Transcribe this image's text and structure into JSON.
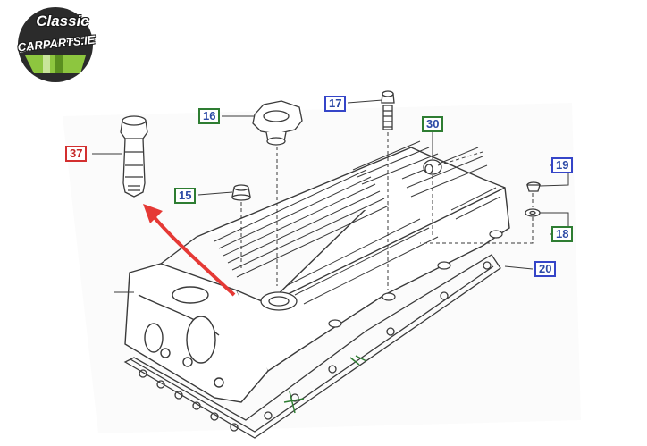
{
  "logo": {
    "line1": "Classic",
    "line2": "CARPARTS.IE",
    "colors": {
      "dark": "#2b2b2b",
      "green": "#8dc63f",
      "light_green": "#c9e59a"
    }
  },
  "callouts": [
    {
      "id": "37",
      "label": "37",
      "style": "red"
    },
    {
      "id": "16",
      "label": "16",
      "style": "green"
    },
    {
      "id": "17",
      "label": "17",
      "style": "blue"
    },
    {
      "id": "30",
      "label": "30",
      "style": "green"
    },
    {
      "id": "15",
      "label": "15",
      "style": "green"
    },
    {
      "id": "19",
      "label": "19",
      "style": "blue"
    },
    {
      "id": "18",
      "label": "18",
      "style": "green"
    },
    {
      "id": "20",
      "label": "20",
      "style": "blue"
    }
  ],
  "colors": {
    "line": "#3a3a3a",
    "green_border": "#2e7d32",
    "blue_border": "#3545c8",
    "red_border": "#d32f2f",
    "text_blue": "#2d4aa6",
    "arrow": "#e53935",
    "highlight_green": "#2e7d32"
  }
}
